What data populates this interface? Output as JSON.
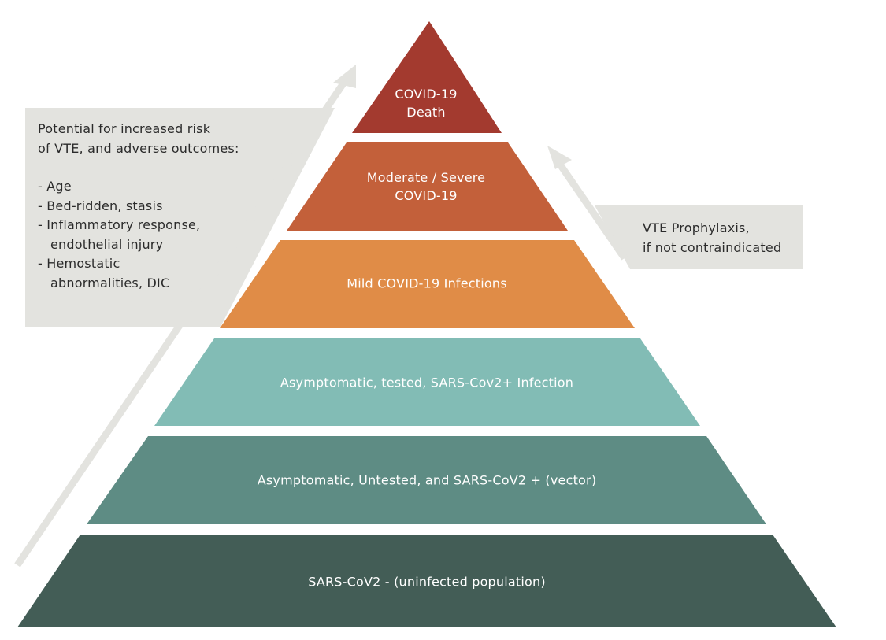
{
  "tiers": [
    {
      "lines": [
        "COVID-19",
        "Death"
      ],
      "color": "#a33a2f"
    },
    {
      "lines": [
        "Moderate / Severe",
        "COVID-19"
      ],
      "color": "#c3603a"
    },
    {
      "lines": [
        "Mild COVID-19 Infections"
      ],
      "color": "#e08c47"
    },
    {
      "lines": [
        "Asymptomatic, tested, SARS-Cov2+ Infection"
      ],
      "color": "#82bcb5"
    },
    {
      "lines": [
        "Asymptomatic, Untested, and SARS-CoV2 + (vector)"
      ],
      "color": "#5e8c84"
    },
    {
      "lines": [
        "SARS-CoV2 - (uninfected population)"
      ],
      "color": "#435d56"
    }
  ],
  "risk_box": {
    "heading": [
      "Potential for increased risk",
      "of VTE, and adverse outcomes:"
    ],
    "items": [
      {
        "lines": [
          "- Age"
        ]
      },
      {
        "lines": [
          "- Bed-ridden, stasis"
        ]
      },
      {
        "lines": [
          "- Inflammatory response,",
          "endothelial injury"
        ]
      },
      {
        "lines": [
          "- Hemostatic",
          "abnormalities, DIC"
        ]
      }
    ],
    "color": "#e3e3df"
  },
  "prophylaxis_box": {
    "lines": [
      "VTE Prophylaxis,",
      "if not contraindicated"
    ],
    "color": "#e3e3df"
  },
  "arrow_color": "#e3e3df"
}
